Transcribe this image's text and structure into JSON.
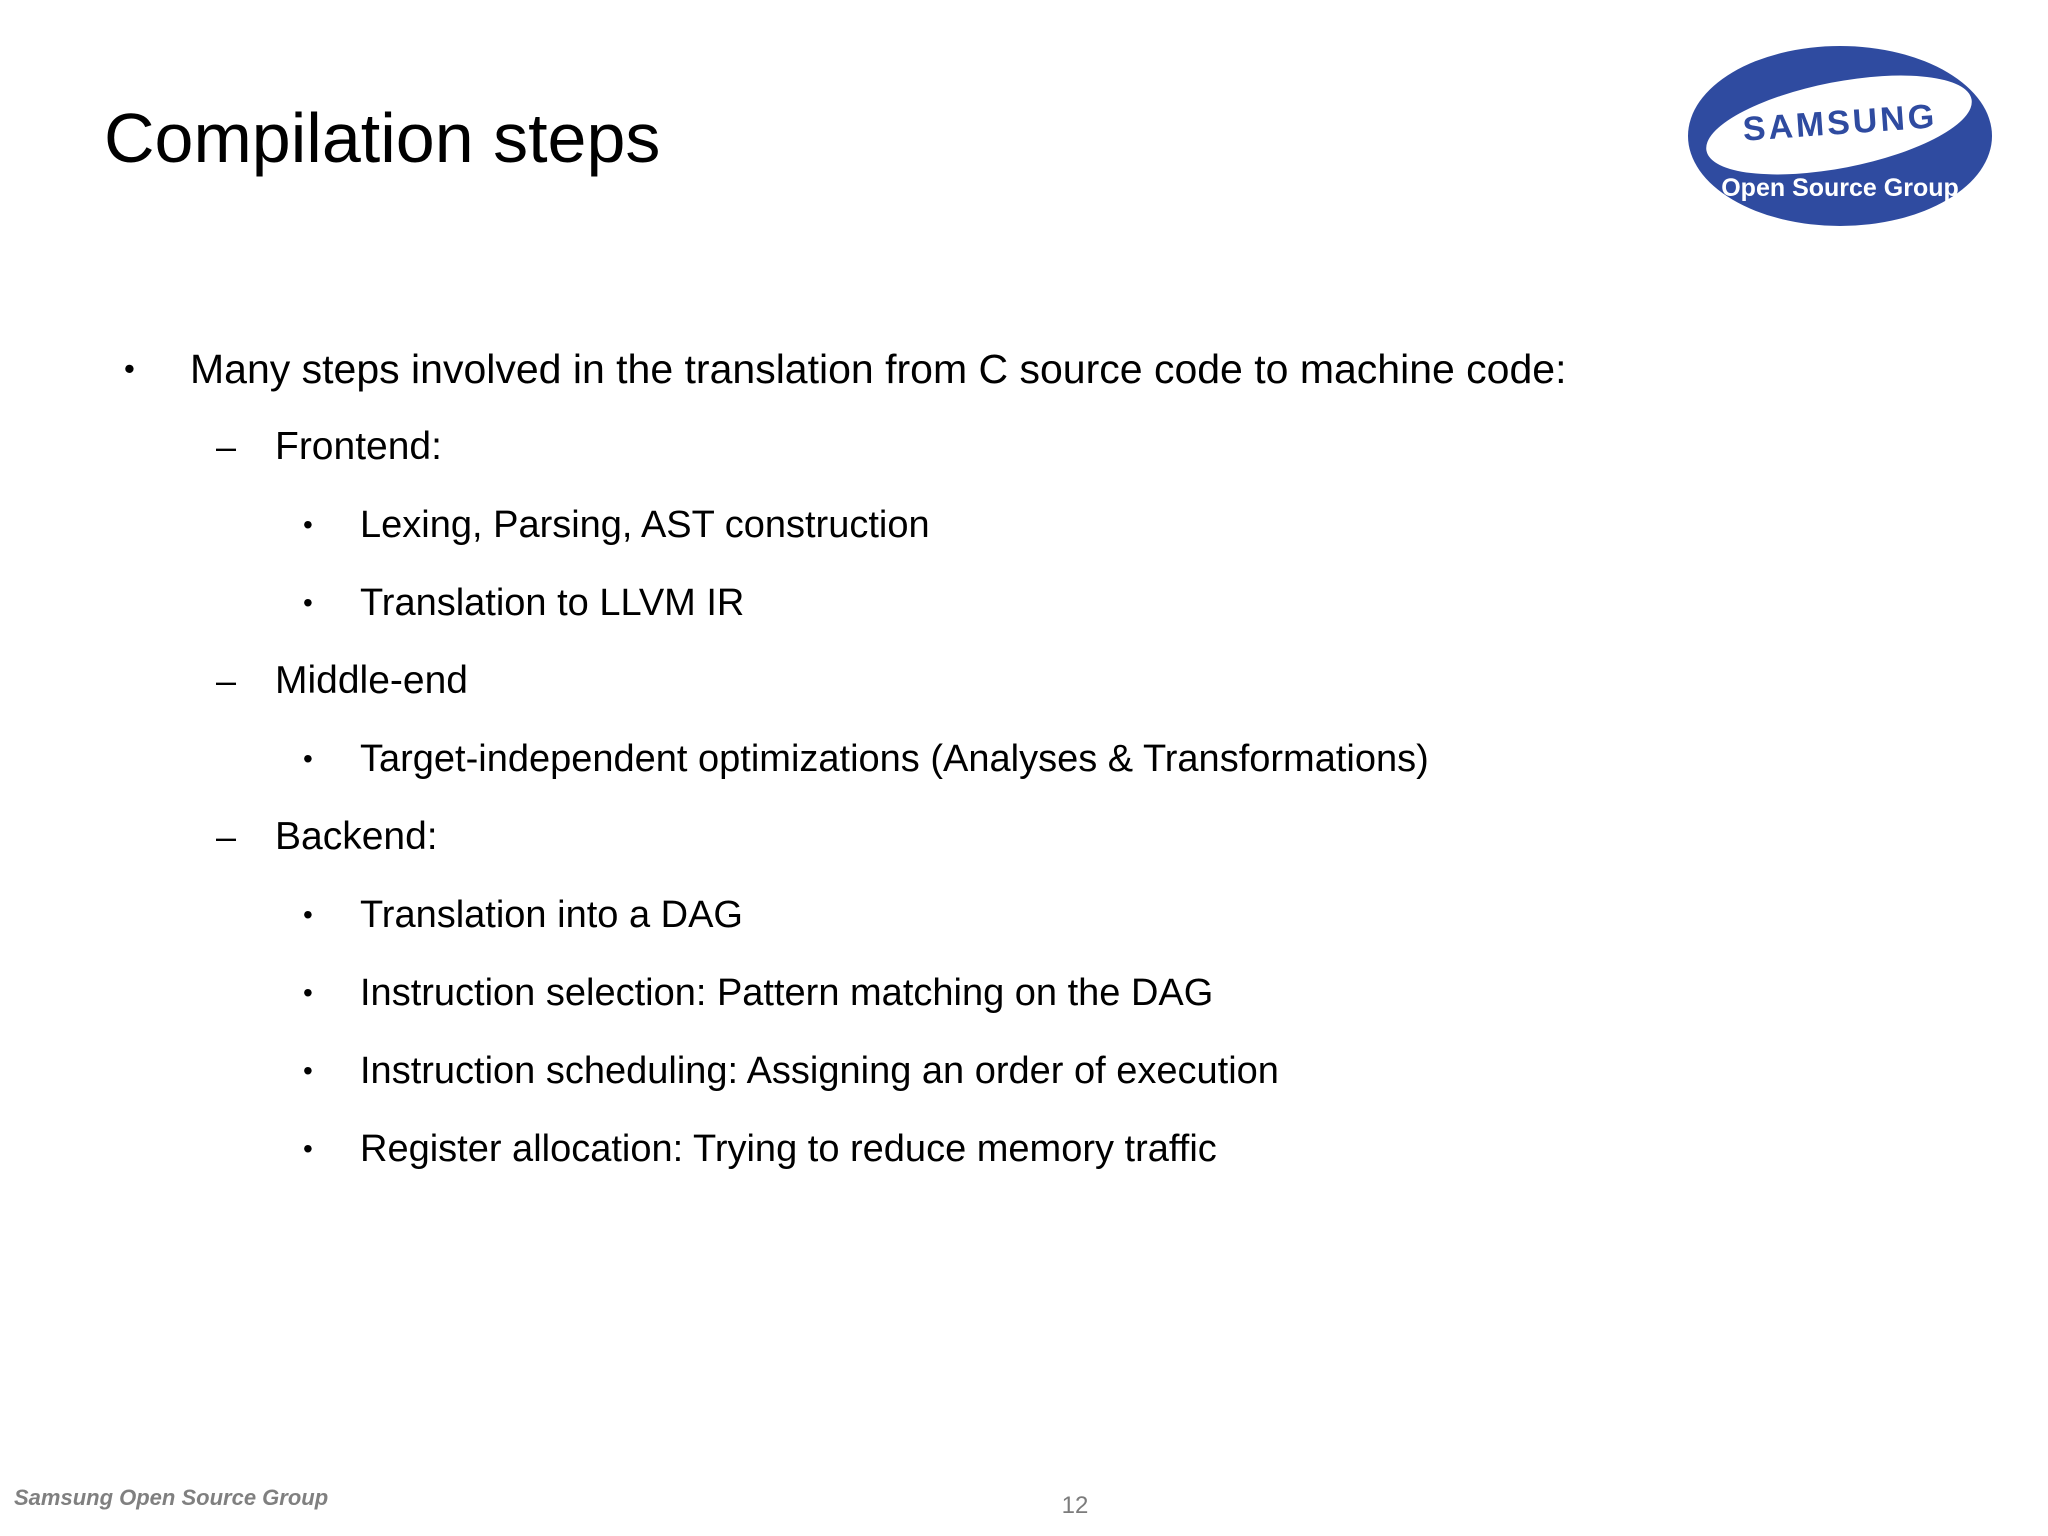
{
  "slide": {
    "title": "Compilation steps",
    "background_color": "#ffffff",
    "text_color": "#000000"
  },
  "logo": {
    "brand": "SAMSUNG",
    "tagline": "Open Source Group",
    "brand_color": "#2F4BA0",
    "tagline_color": "#ffffff"
  },
  "outline": [
    {
      "level": 1,
      "marker": "•",
      "text": "Many steps involved in the translation from C source code to machine code:"
    },
    {
      "level": 2,
      "marker": "–",
      "text": "Frontend:"
    },
    {
      "level": 3,
      "marker": "•",
      "text": "Lexing, Parsing, AST construction"
    },
    {
      "level": 3,
      "marker": "•",
      "text": "Translation to LLVM IR"
    },
    {
      "level": 2,
      "marker": "–",
      "text": "Middle-end"
    },
    {
      "level": 3,
      "marker": "•",
      "text": "Target-independent optimizations (Analyses & Transformations)"
    },
    {
      "level": 2,
      "marker": "–",
      "text": "Backend:"
    },
    {
      "level": 3,
      "marker": "•",
      "text": "Translation into a DAG"
    },
    {
      "level": 3,
      "marker": "•",
      "text": "Instruction selection: Pattern matching on the DAG"
    },
    {
      "level": 3,
      "marker": "•",
      "text": "Instruction scheduling: Assigning an order of execution"
    },
    {
      "level": 3,
      "marker": "•",
      "text": "Register allocation: Trying to reduce memory traffic"
    }
  ],
  "footer": {
    "organization": "Samsung Open Source Group",
    "page_number": "12",
    "text_color": "#808080"
  }
}
